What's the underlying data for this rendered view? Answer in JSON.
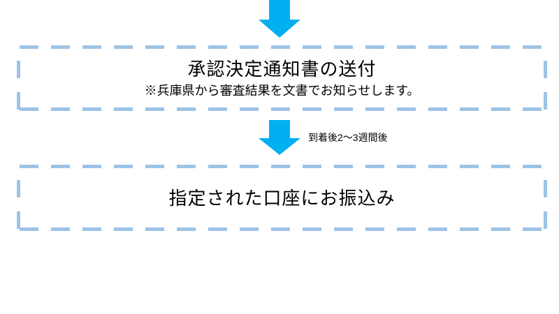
{
  "colors": {
    "arrow": "#00B0F0",
    "box-border": "#9DC3E6",
    "text": "#000000",
    "background": "#FFFFFF"
  },
  "flow": {
    "icons": {
      "top_connector": "down-arrow",
      "mid_connector": "down-arrow"
    },
    "step1": {
      "title": "承認決定通知書の送付",
      "note": "※兵庫県から審査結果を文書でお知らせします。"
    },
    "connector": {
      "label": "到着後2～3週間後"
    },
    "step2": {
      "title": "指定された口座にお振込み"
    }
  }
}
